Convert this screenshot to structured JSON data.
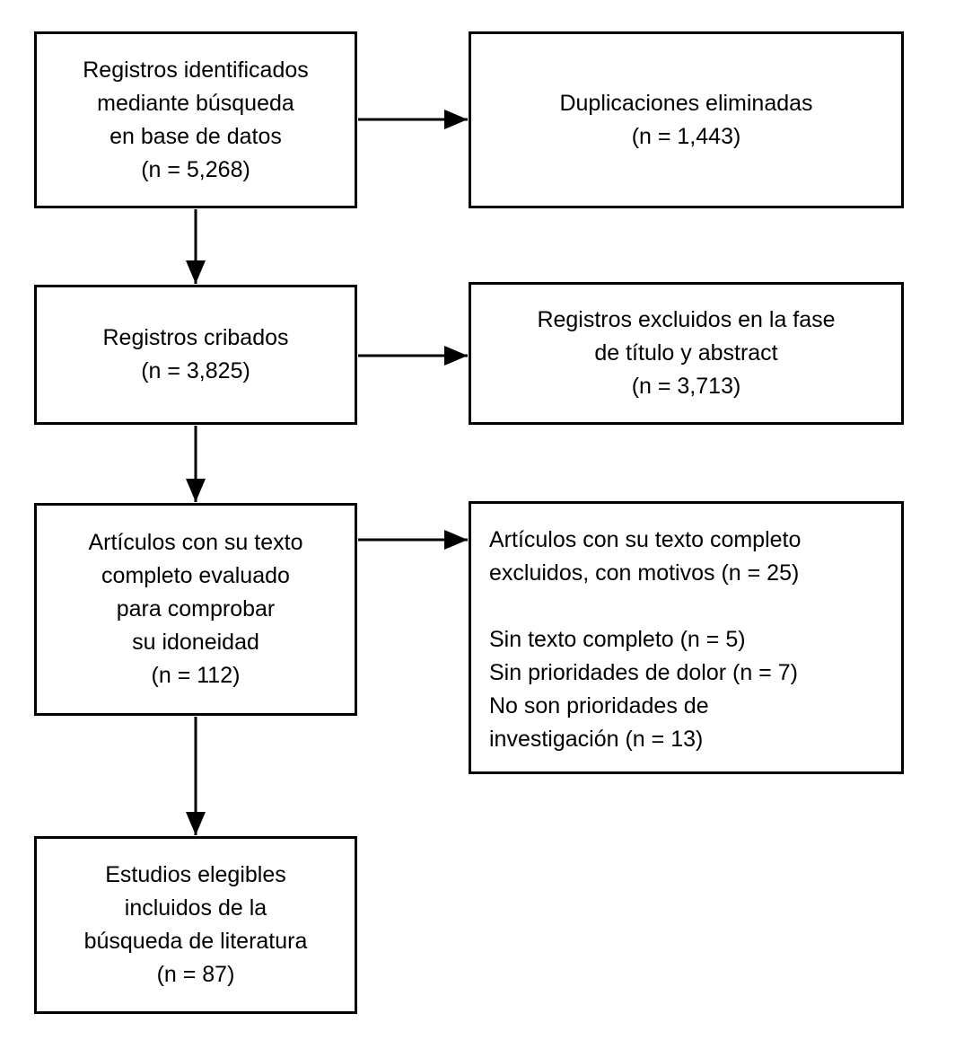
{
  "diagram": {
    "type": "flowchart",
    "language": "es",
    "colors": {
      "stroke": "#000000",
      "background": "#ffffff",
      "text": "#000000"
    },
    "boxes": {
      "records_identified": {
        "text": "Registros identificados\nmediante búsqueda\nen base de datos\n(n = 5,268)",
        "n": 5268
      },
      "duplicates_removed": {
        "text": "Duplicaciones eliminadas\n(n = 1,443)",
        "n": 1443
      },
      "records_screened": {
        "text": "Registros cribados\n(n = 3,825)",
        "n": 3825
      },
      "records_excluded_title_abstract": {
        "text": "Registros excluidos en la fase\nde título y abstract\n(n = 3,713)",
        "n": 3713
      },
      "fulltext_assessed": {
        "text": "Artículos con su texto\ncompleto evaluado\npara comprobar\nsu idoneidad\n(n = 112)",
        "n": 112
      },
      "fulltext_excluded": {
        "text": "Artículos con su texto completo\nexcluidos, con motivos (n = 25)\n\nSin texto completo (n = 5)\nSin prioridades de dolor (n = 7)\nNo son prioridades de\ninvestigación (n = 13)",
        "n": 25
      },
      "studies_included": {
        "text": "Estudios elegibles\nincluidos de la\nbúsqueda de literatura\n(n = 87)",
        "n": 87
      }
    }
  }
}
